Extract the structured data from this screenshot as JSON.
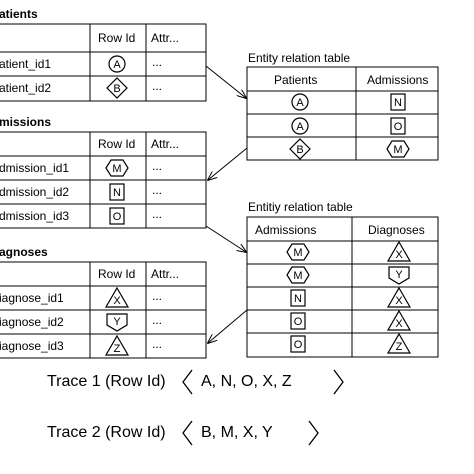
{
  "patients": {
    "title": "atients",
    "headers": [
      "Row Id",
      "Attr..."
    ],
    "rows": [
      {
        "name": "atient_id1",
        "shape": "circle",
        "letter": "A",
        "attr": "..."
      },
      {
        "name": "atient_id2",
        "shape": "diamond",
        "letter": "B",
        "attr": "..."
      }
    ]
  },
  "admissions": {
    "title": "missions",
    "headers": [
      "Row Id",
      "Attr..."
    ],
    "rows": [
      {
        "name": "dmission_id1",
        "shape": "hexagon",
        "letter": "M",
        "attr": "..."
      },
      {
        "name": "dmission_id2",
        "shape": "square",
        "letter": "N",
        "attr": "..."
      },
      {
        "name": "dmission_id3",
        "shape": "square",
        "letter": "O",
        "attr": "..."
      }
    ]
  },
  "diagnoses": {
    "title": "agnoses",
    "headers": [
      "Row Id",
      "Attr..."
    ],
    "rows": [
      {
        "name": "iagnose_id1",
        "shape": "triangle",
        "letter": "X",
        "attr": "..."
      },
      {
        "name": "iagnose_id2",
        "shape": "shield",
        "letter": "Y",
        "attr": "..."
      },
      {
        "name": "iagnose_id3",
        "shape": "triangle",
        "letter": "Z",
        "attr": "..."
      }
    ]
  },
  "relation1": {
    "title": "Entity relation table",
    "headers": [
      "Patients",
      "Admissions"
    ],
    "rows": [
      {
        "left": {
          "shape": "circle",
          "letter": "A"
        },
        "right": {
          "shape": "square",
          "letter": "N"
        }
      },
      {
        "left": {
          "shape": "circle",
          "letter": "A"
        },
        "right": {
          "shape": "square",
          "letter": "O"
        }
      },
      {
        "left": {
          "shape": "diamond",
          "letter": "B"
        },
        "right": {
          "shape": "hexagon",
          "letter": "M"
        }
      }
    ]
  },
  "relation2": {
    "title": "Entitiy relation table",
    "headers": [
      "Admissions",
      "Diagnoses"
    ],
    "rows": [
      {
        "left": {
          "shape": "hexagon",
          "letter": "M"
        },
        "right": {
          "shape": "triangle",
          "letter": "X"
        }
      },
      {
        "left": {
          "shape": "hexagon",
          "letter": "M"
        },
        "right": {
          "shape": "shield",
          "letter": "Y"
        }
      },
      {
        "left": {
          "shape": "square",
          "letter": "N"
        },
        "right": {
          "shape": "triangle",
          "letter": "X"
        }
      },
      {
        "left": {
          "shape": "square",
          "letter": "O"
        },
        "right": {
          "shape": "triangle",
          "letter": "X"
        }
      },
      {
        "left": {
          "shape": "square",
          "letter": "O"
        },
        "right": {
          "shape": "triangle",
          "letter": "Z"
        }
      }
    ]
  },
  "traces": [
    {
      "label": "Trace 1 (Row Id)",
      "values": "A, N, O, X, Z"
    },
    {
      "label": "Trace 2 (Row Id)",
      "values": "B, M, X, Y"
    }
  ]
}
